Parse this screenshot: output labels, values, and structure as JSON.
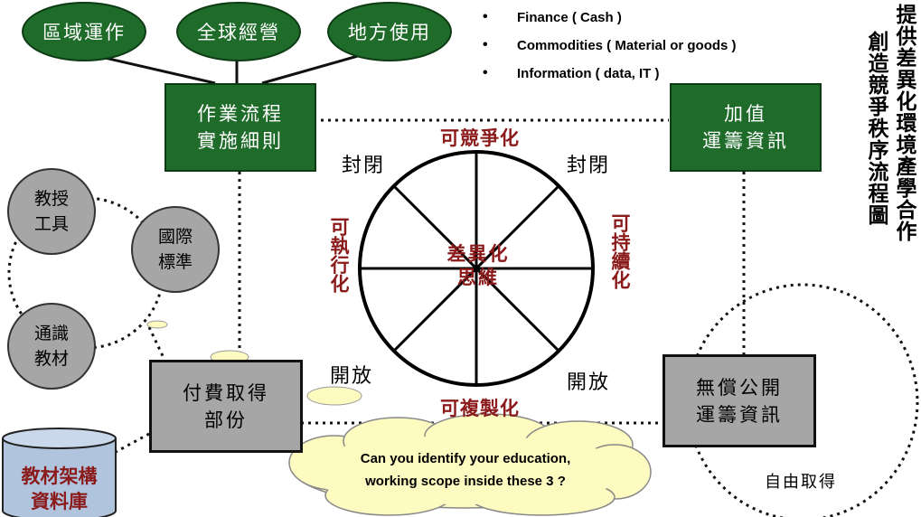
{
  "top_ovals": [
    {
      "label": "區域運作"
    },
    {
      "label": "全球經營"
    },
    {
      "label": "地方使用"
    }
  ],
  "bullets": [
    "Finance ( Cash )",
    "Commodities ( Material or goods )",
    "Information ( data, IT )"
  ],
  "side_text": {
    "col1": "提供差異化環境產學合作",
    "col2": "創造競爭秩序流程圖"
  },
  "boxes": {
    "process": {
      "line1": "作業流程",
      "line2": "實施細則"
    },
    "value": {
      "line1": "加值",
      "line2": "運籌資訊"
    },
    "paid": {
      "line1": "付費取得",
      "line2": "部份"
    },
    "free": {
      "line1": "無償公開",
      "line2": "運籌資訊"
    }
  },
  "circles": {
    "teach": {
      "line1": "教授",
      "line2": "工具"
    },
    "intl": {
      "line1": "國際",
      "line2": "標準"
    },
    "general": {
      "line1": "通識",
      "line2": "教材"
    }
  },
  "database": {
    "line1": "教材架構",
    "line2": "資料庫"
  },
  "wheel": {
    "top": "可競爭化",
    "bottom": "可複製化",
    "left": "可執行化",
    "right": "可持續化",
    "center_line1": "差異化",
    "center_line2": "思維",
    "top_left": "封閉",
    "top_right": "封閉",
    "bottom_left": "開放",
    "bottom_right": "開放"
  },
  "cloud": {
    "line1": "Can you identify your education,",
    "line2": "working scope inside these 3 ?"
  },
  "free_access": "自由取得",
  "colors": {
    "green": "#1e6b2a",
    "gray": "#a6a6a6",
    "red_text": "#8b1a1a",
    "cloud": "#fdfbc0",
    "database": "#b0c4de"
  }
}
